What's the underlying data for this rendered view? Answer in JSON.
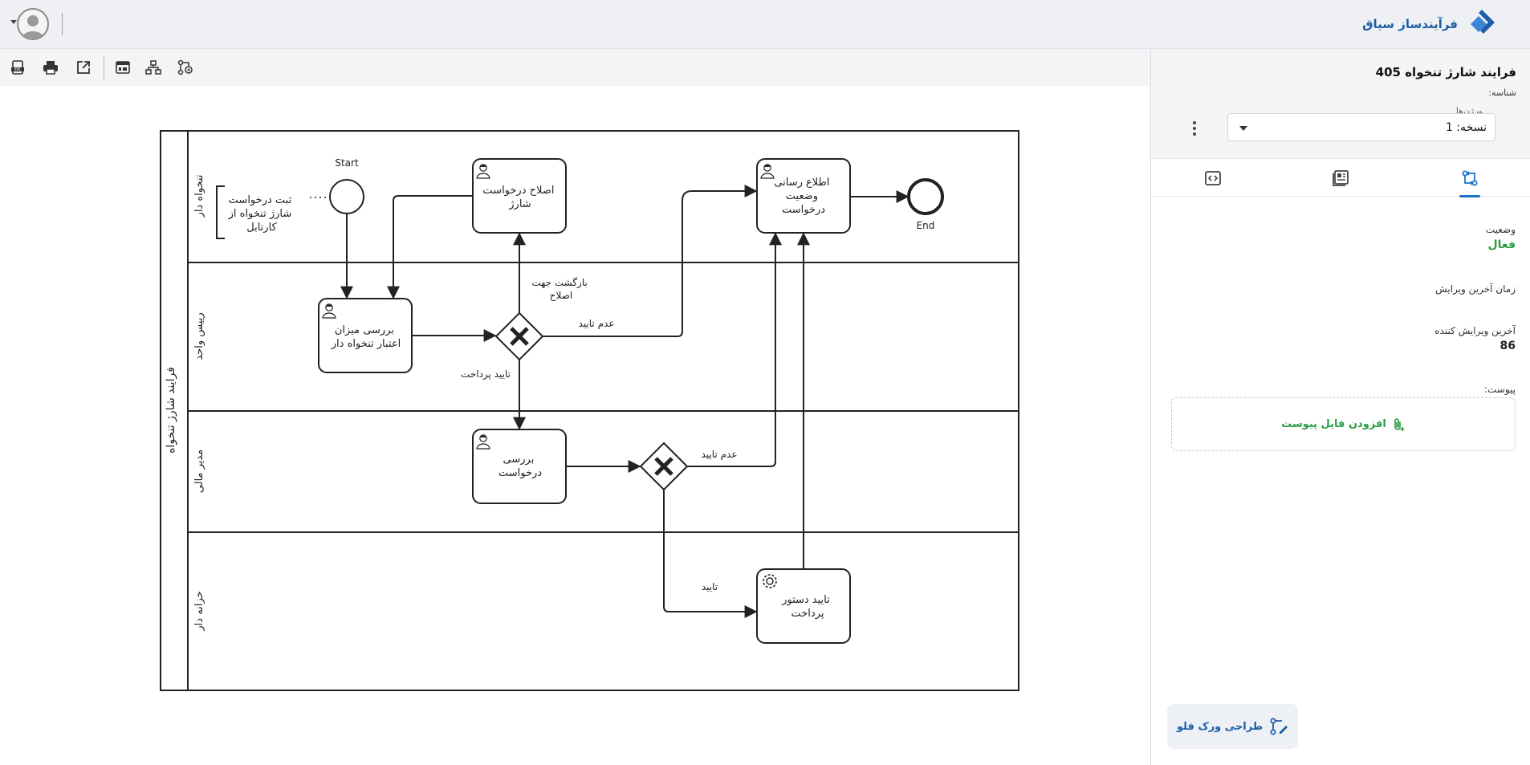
{
  "brand": {
    "name": "فرآیندساز سیاق",
    "color": "#1d5ea8"
  },
  "header": {
    "user_menu": "user-avatar"
  },
  "toolbar": {
    "buttons": [
      "export-xml",
      "print",
      "open-external",
      "layout",
      "diagram-structure",
      "workflow-settings"
    ]
  },
  "panel": {
    "title": "فرایند شارژ تنخواه 405",
    "id_label": "شناسه:",
    "version_label": "ورژن‌ها",
    "version_value": "نسخه: 1",
    "tabs": [
      "flow-properties",
      "details",
      "code"
    ],
    "status_label": "وضعیت",
    "status_value": "فعال",
    "last_edit_time_label": "زمان آخرین ویرایش",
    "last_editor_label": "آخرین ویرایش کننده",
    "last_editor_value": "86",
    "attachment_label": "پیوست:",
    "add_attachment": "افزودن فایل پیوست",
    "design_workflow": "طراحی ورک فلو"
  },
  "diagram": {
    "pool": "فرایند شارژ تنخواه",
    "lanes": [
      "تنخواه دار",
      "رییس واحد",
      "مدیر مالی",
      "خزانه دار"
    ],
    "start_label": "Start",
    "end_label": "End",
    "annotation": [
      "ثبت درخواست",
      "شارژ تنخواه از",
      "کارتابل"
    ],
    "tasks": {
      "fix_request": [
        "اصلاح درخواست",
        "شارژ"
      ],
      "notify": [
        "اطلاع رسانی",
        "وضعیت",
        "درخواست"
      ],
      "review_credit": [
        "بررسی میزان",
        "اعتبار تنخواه دار"
      ],
      "review_request": [
        "بررسی",
        "درخواست"
      ],
      "approve_payment": [
        "تایید دستور",
        "پرداخت"
      ]
    },
    "flows": {
      "return_fix": [
        "بازگشت جهت",
        "اصلاح"
      ],
      "reject_1": "عدم تایید",
      "approve_payment": "تایید پرداخت",
      "reject_2": "عدم تایید",
      "approve": "تایید"
    }
  },
  "colors": {
    "accent": "#1a73c8",
    "success": "#2a9d44",
    "stroke": "#222222"
  }
}
